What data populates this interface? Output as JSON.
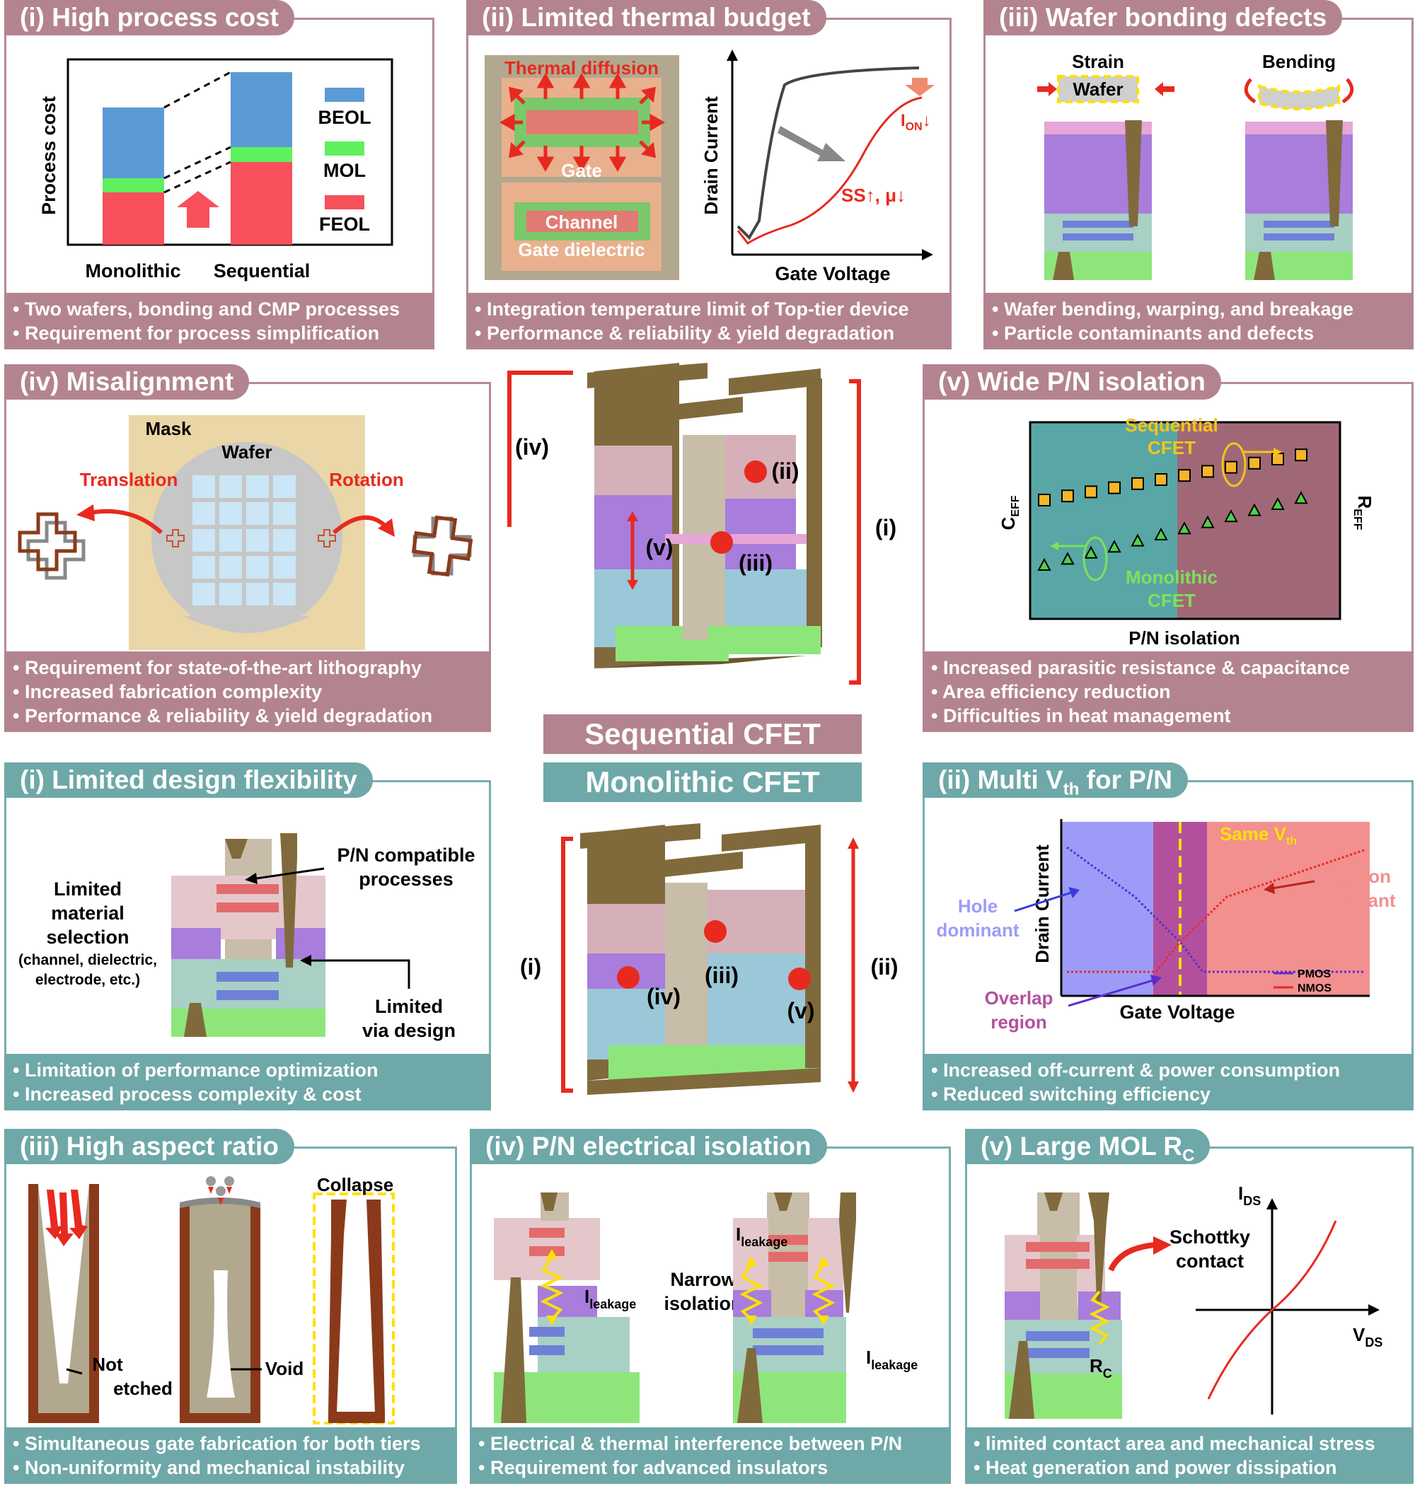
{
  "seq": {
    "p1": {
      "title": "(i) High process cost",
      "ylabel": "Process cost",
      "cats": [
        "Monolithic",
        "Sequential"
      ],
      "legend": [
        "BEOL",
        "MOL",
        "FEOL"
      ],
      "foot": [
        "Two wafers, bonding and CMP processes",
        "Requirement for process simplification"
      ]
    },
    "p2": {
      "title": "(ii) Limited thermal budget",
      "diffusion": "Thermal diffusion",
      "gate": "Gate",
      "channel": "Channel",
      "dielectric": "Gate dielectric",
      "ylabel": "Drain Current",
      "xlabel": "Gate Voltage",
      "ion": "I",
      "ion_sub": "ON",
      "ion_arrow": "↓",
      "ss": "SS↑, μ↓",
      "foot": [
        "Integration temperature limit of Top-tier device",
        "Performance & reliability & yield degradation"
      ]
    },
    "p3": {
      "title": "(iii) Wafer bonding defects",
      "strain": "Strain",
      "bending": "Bending",
      "wafer": "Wafer",
      "foot": [
        "Wafer bending, warping, and breakage",
        "Particle contaminants and defects"
      ]
    },
    "p4": {
      "title": "(iv) Misalignment",
      "mask": "Mask",
      "wafer": "Wafer",
      "translation": "Translation",
      "rotation": "Rotation",
      "foot": [
        "Requirement for state-of-the-art lithography",
        "Increased fabrication complexity",
        "Performance & reliability & yield degradation"
      ]
    },
    "p5": {
      "title": "(v) Wide P/N isolation",
      "ceff": "C",
      "ceff_sub": "EFF",
      "reff": "R",
      "reff_sub": "EFF",
      "xlabel": "P/N isolation",
      "seq1": "Sequential",
      "seq2": "CFET",
      "mono1": "Monolithic",
      "mono2": "CFET",
      "foot": [
        "Increased parasitic resistance & capacitance",
        "Area efficiency reduction",
        "Difficulties in heat management"
      ]
    }
  },
  "center": {
    "seq_banner": "Sequential CFET",
    "mono_banner": "Monolithic CFET",
    "top_labels": [
      "(iv)",
      "(ii)",
      "(v)",
      "(iii)",
      "(i)"
    ],
    "bottom_labels": [
      "(i)",
      "(iv)",
      "(iii)",
      "(v)",
      "(ii)"
    ]
  },
  "mono": {
    "p1": {
      "title": "(i) Limited design flexibility",
      "pn1": "P/N compatible",
      "pn2": "processes",
      "lim": [
        "Limited",
        "material",
        "selection"
      ],
      "lim_small": [
        "(channel, dielectric,",
        "electrode, etc.)"
      ],
      "via1": "Limited",
      "via2": "via design",
      "foot": [
        "Limitation of performance optimization",
        "Increased process complexity & cost"
      ]
    },
    "p2": {
      "title_a": "(ii) Multi V",
      "title_sub": "th",
      "title_b": " for P/N",
      "same": "Same V",
      "same_sub": "th",
      "ylabel": "Drain Current",
      "xlabel": "Gate Voltage",
      "hole1": "Hole",
      "hole2": "dominant",
      "elec1": "Electron",
      "elec2": "dominant",
      "ov1": "Overlap",
      "ov2": "region",
      "legend": [
        "PMOS",
        "NMOS"
      ],
      "foot": [
        "Increased off-current & power consumption",
        "Reduced switching efficiency"
      ]
    },
    "p3": {
      "title": "(iii) High aspect ratio",
      "collapse": "Collapse",
      "not1": "Not",
      "not2": "etched",
      "void": "Void",
      "foot": [
        "Simultaneous gate fabrication for both tiers",
        "Non-uniformity and mechanical instability"
      ]
    },
    "p4": {
      "title": "(iv) P/N electrical isolation",
      "narrow1": "Narrow",
      "narrow2": "isolation",
      "ileak": "I",
      "ileak_sub": "leakage",
      "foot": [
        "Electrical & thermal interference between P/N",
        "Requirement for advanced insulators"
      ]
    },
    "p5": {
      "title_a": "(v) Large MOL R",
      "title_sub": "C",
      "ids": "I",
      "ids_sub": "DS",
      "vds": "V",
      "vds_sub": "DS",
      "sch1": "Schottky",
      "sch2": "contact",
      "rc": "R",
      "rc_sub": "C",
      "foot": [
        "limited contact area and mechanical stress",
        "Heat generation and power dissipation"
      ]
    }
  },
  "colors": {
    "pink": "#b3848f",
    "teal": "#6fa8a8",
    "beol": "#5b9bd5",
    "mol": "#5ef05e",
    "feol": "#f7505a",
    "red": "#e8291f"
  }
}
